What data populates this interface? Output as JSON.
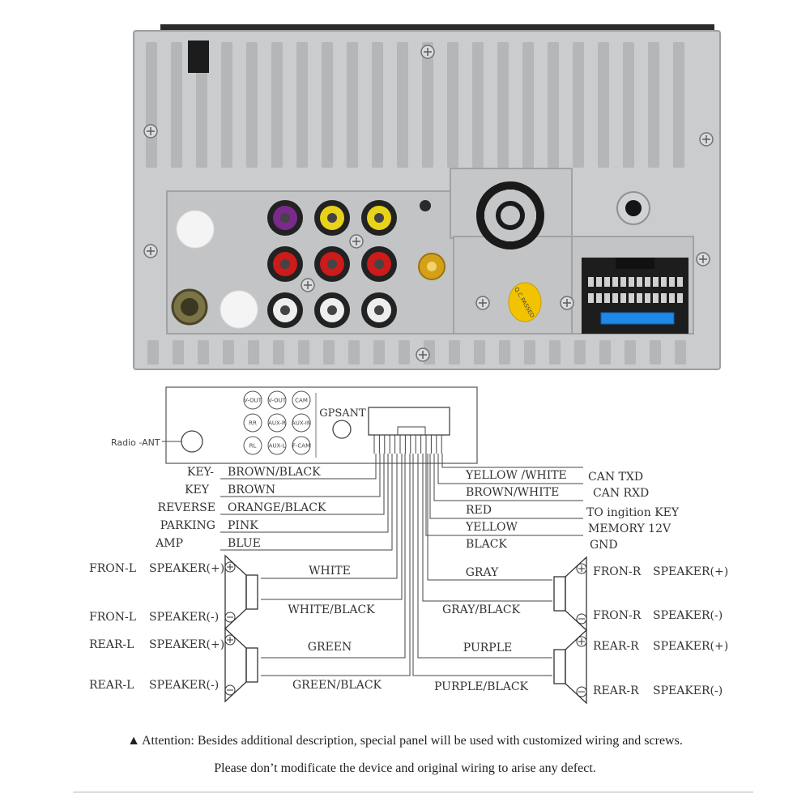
{
  "panel": {
    "connector_label": "Q.C PASSED"
  },
  "diagram": {
    "jack_labels": [
      "V-OUT",
      "V-OUT",
      "CAM",
      "RR",
      "AUX-R",
      "AUX-IN",
      "RL",
      "AUX-L",
      "F-CAM"
    ],
    "gps_label": "GPSANT",
    "radio_label": "Radio -ANT",
    "left_wires": [
      {
        "function": "KEY-",
        "color": "BROWN/BLACK"
      },
      {
        "function": "KEY",
        "color": "BROWN"
      },
      {
        "function": "REVERSE",
        "color": "ORANGE/BLACK"
      },
      {
        "function": "PARKING",
        "color": "PINK"
      },
      {
        "function": "AMP",
        "color": "BLUE"
      }
    ],
    "right_wires": [
      {
        "color": "YELLOW /WHITE",
        "function": "CAN TXD"
      },
      {
        "color": "BROWN/WHITE",
        "function": "CAN RXD"
      },
      {
        "color": "RED",
        "function": "TO ingition KEY"
      },
      {
        "color": "YELLOW",
        "function": "MEMORY 12V"
      },
      {
        "color": "BLACK",
        "function": "GND"
      }
    ],
    "speakers_left": [
      {
        "channel": "FRON-L",
        "terminal": "SPEAKER(+)",
        "wire": "WHITE"
      },
      {
        "channel": "FRON-L",
        "terminal": "SPEAKER(-)",
        "wire": "WHITE/BLACK"
      },
      {
        "channel": "REAR-L",
        "terminal": "SPEAKER(+)",
        "wire": "GREEN"
      },
      {
        "channel": "REAR-L",
        "terminal": "SPEAKER(-)",
        "wire": "GREEN/BLACK"
      }
    ],
    "speakers_right": [
      {
        "channel": "FRON-R",
        "terminal": "SPEAKER(+)",
        "wire": "GRAY"
      },
      {
        "channel": "FRON-R",
        "terminal": "SPEAKER(-)",
        "wire": "GRAY/BLACK"
      },
      {
        "channel": "REAR-R",
        "terminal": "SPEAKER(+)",
        "wire": "PURPLE"
      },
      {
        "channel": "REAR-R",
        "terminal": "SPEAKER(-)",
        "wire": "PURPLE/BLACK"
      }
    ]
  },
  "notes": {
    "line1": "Attention: Besides additional description, special panel will be used with customized wiring and screws.",
    "line2": "Please don’t modificate the device and original wiring to arise any defect."
  },
  "colors": {
    "panel": "#c9cbcc",
    "panel_dark": "#a9abad",
    "rca_purple": "#7a2a8c",
    "rca_yellow": "#e8d21a",
    "rca_red": "#cc1b1b",
    "rca_white": "#eeeeee",
    "rca_black": "#1e1e1e",
    "sma_gold": "#d4a017",
    "qc_sticker": "#f2c400",
    "fuse_blue": "#1e88e5"
  }
}
